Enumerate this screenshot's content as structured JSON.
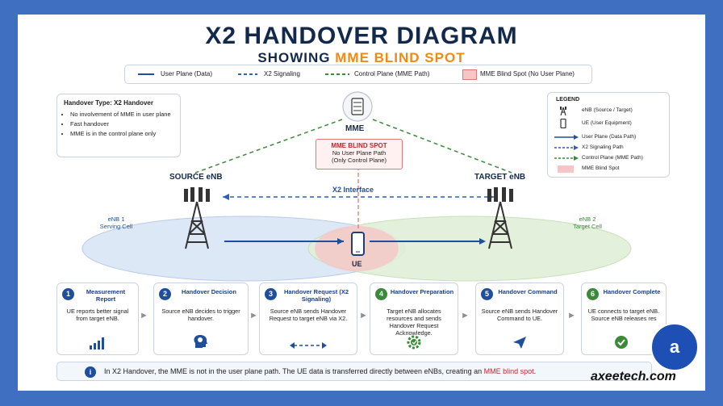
{
  "title": "X2 HANDOVER DIAGRAM",
  "subtitle_prefix": "SHOWING ",
  "subtitle_highlight": "MME BLIND SPOT",
  "top_legend": {
    "user_plane": "User Plane (Data)",
    "x2_signaling": "X2 Signaling",
    "control_plane": "Control Plane (MME Path)",
    "blind_spot": "MME Blind Spot (No User Plane)"
  },
  "handover_type": {
    "heading": "Handover Type: X2 Handover",
    "items": [
      "No involvement of MME in user plane",
      "Fast handover",
      "MME is in the control plane only"
    ]
  },
  "right_legend": {
    "heading": "LEGEND",
    "enb": "eNB (Source / Target)",
    "ue": "UE (User Equipment)",
    "user_plane": "User Plane (Data Path)",
    "x2": "X2 Signaling Path",
    "control": "Control Plane (MME Path)",
    "blind": "MME Blind Spot"
  },
  "mme_label": "MME",
  "blind_spot": {
    "title": "MME BLIND SPOT",
    "line1": "No User Plane Path",
    "line2": "(Only Control Plane)"
  },
  "source_enb": "SOURCE eNB",
  "target_enb": "TARGET eNB",
  "x2_interface": "X2 Interface",
  "cell1": {
    "name": "eNB 1",
    "sub": "Serving Cell"
  },
  "cell2": {
    "name": "eNB 2",
    "sub": "Target Cell"
  },
  "ue_label": "UE",
  "steps": [
    {
      "num": "1",
      "title": "Measurement Report",
      "desc": "UE reports better signal from target eNB.",
      "icon": "signal-bars-icon",
      "color": "#1f4f9c"
    },
    {
      "num": "2",
      "title": "Handover Decision",
      "desc": "Source eNB decides to trigger handover.",
      "icon": "head-gear-icon",
      "color": "#1f4f9c"
    },
    {
      "num": "3",
      "title": "Handover Request (X2 Signaling)",
      "desc": "Source eNB sends Handover Request to target eNB via X2.",
      "icon": "double-arrow-icon",
      "color": "#1f4f9c"
    },
    {
      "num": "4",
      "title": "Handover Preparation",
      "desc": "Target eNB allocates resources and sends Handover Request Acknowledge.",
      "icon": "gear-check-icon",
      "color": "#3a8a3a"
    },
    {
      "num": "5",
      "title": "Handover Command",
      "desc": "Source eNB sends Handover Command to UE.",
      "icon": "send-icon",
      "color": "#1f4f9c"
    },
    {
      "num": "6",
      "title": "Handover Complete",
      "desc": "UE connects to target eNB. Source eNB releases res",
      "icon": "check-icon",
      "color": "#3a8a3a"
    }
  ],
  "info": {
    "text": "In X2 Handover, the MME is not in the user plane path. The UE data is transferred directly between eNBs, creating an ",
    "highlight": "MME blind spot",
    "end": "."
  },
  "watermark": "axeetech.com",
  "colors": {
    "user_plane": "#1f4f9c",
    "x2": "#2c5fc4",
    "control": "#3a8a3a",
    "blind": "#e07777",
    "accent": "#f08a12"
  }
}
